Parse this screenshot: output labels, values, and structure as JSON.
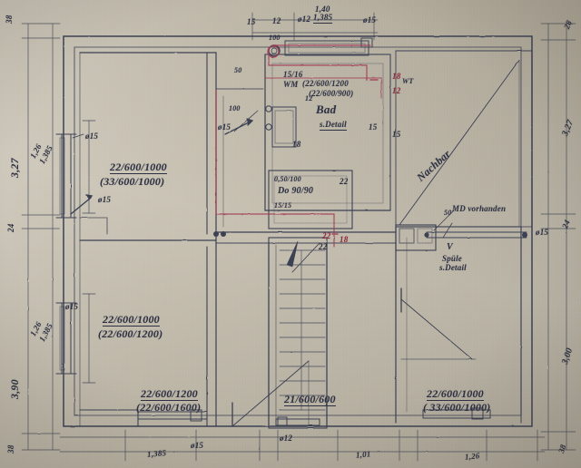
{
  "document": {
    "kind": "hand-drawn architectural floor plan",
    "title_visible": false,
    "paper_color": "#c3bcab",
    "ink_color": "#2d3043",
    "red_ink_color": "#8d2b3e"
  },
  "rooms": [
    {
      "name": "Bad",
      "note": "s.Detail"
    },
    {
      "name": "Nachbar",
      "note": ""
    }
  ],
  "annotations": {
    "bad_label": "Bad",
    "bad_detail": "s.Detail",
    "nachbar": "Nachbar",
    "wm_label": "WM",
    "wm_spec_1": "(22/600/1200",
    "wm_spec_2": "(22/600/900)",
    "wm_size": "15/16",
    "wt_label": "WT",
    "wt_num": "18",
    "wt_num_red": "12",
    "spule_v": "V",
    "spule_label": "Spüle",
    "spule_detail": "s.Detail",
    "md_vorhanden": "MD vorhanden",
    "md_50": "50",
    "do_dim": "0,50/100",
    "do_label": "Do 90/90",
    "do_sub": "15/15"
  },
  "fixture_specs": [
    {
      "id": "upper-left",
      "main": "22/600/1000",
      "alt": "(33/600/1000)"
    },
    {
      "id": "lower-left",
      "main": "22/600/1000",
      "alt": "(22/600/1200)"
    },
    {
      "id": "bottom-left",
      "main": "22/600/1200",
      "alt": "(22/600/1600)"
    },
    {
      "id": "bottom-mid",
      "main": "21/600/600",
      "alt": ""
    },
    {
      "id": "bottom-right",
      "main": "22/600/1000",
      "alt": "( 33/600/1000)"
    }
  ],
  "dimensions": {
    "left_chain": [
      "38",
      "3,27",
      "24",
      "3,90",
      "38"
    ],
    "left_sub_top": [
      "1,26",
      "1,385"
    ],
    "left_sub_bottom": [
      "1,26",
      "1,385"
    ],
    "right_chain": [
      "28",
      "3,27",
      "24",
      "3,00",
      "38"
    ],
    "top_chain": [
      "15",
      "12",
      "1,40",
      "1,385"
    ],
    "bottom_chain": [
      "1,385",
      "1,01",
      "1,26"
    ]
  },
  "pipe_marks": {
    "phi12_top": "ø12",
    "phi15_top": "ø15",
    "phi15_upper_left": "ø15",
    "phi15_lower_left": "ø15",
    "phi15_mid_left": "ø15",
    "phi15_bottom_left": "ø15",
    "phi15_right": "ø15",
    "phi12_bottom": "ø12",
    "phi15_bottom": "ø15",
    "n50_left": "50",
    "n100_left": "100",
    "n100_top": "100",
    "n15_right_a": "15",
    "n15_right_b": "15",
    "n18_left": "18",
    "n22_mid": "22",
    "n22_red": "22",
    "n18_red": "18",
    "n22_below": "22",
    "n12_mid": "12"
  }
}
